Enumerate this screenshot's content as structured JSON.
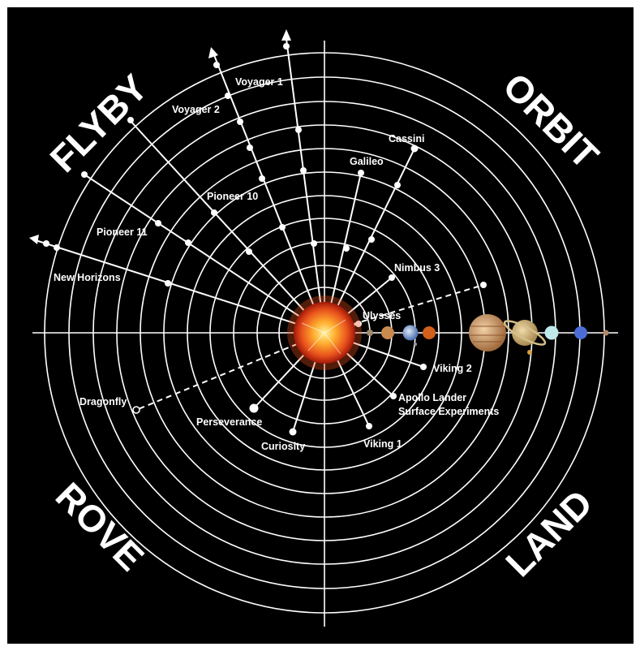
{
  "quadrants": {
    "flyby": "FLYBY",
    "orbit": "ORBIT",
    "rove": "ROVE",
    "land": "LAND"
  },
  "missions": {
    "voyager1": "Voyager 1",
    "voyager2": "Voyager 2",
    "pioneer10": "Pioneer 10",
    "pioneer11": "Pioneer 11",
    "new_horizons": "New Horizons",
    "cassini": "Cassini",
    "galileo": "Galileo",
    "nimbus3": "Nimbus 3",
    "ulysses": "Ulysses",
    "viking2": "Viking 2",
    "apollo_line1": "Apollo Lander",
    "apollo_line2": "Surface Experiments",
    "viking1": "Viking 1",
    "curiosity": "Curiosity",
    "perseverance": "Perseverance",
    "dragonfly": "Dragonfly"
  },
  "colors": {
    "background": "#000000",
    "lines": "#ffffff",
    "sun_core": "#ffd24a",
    "sun_edge": "#e0401a"
  }
}
